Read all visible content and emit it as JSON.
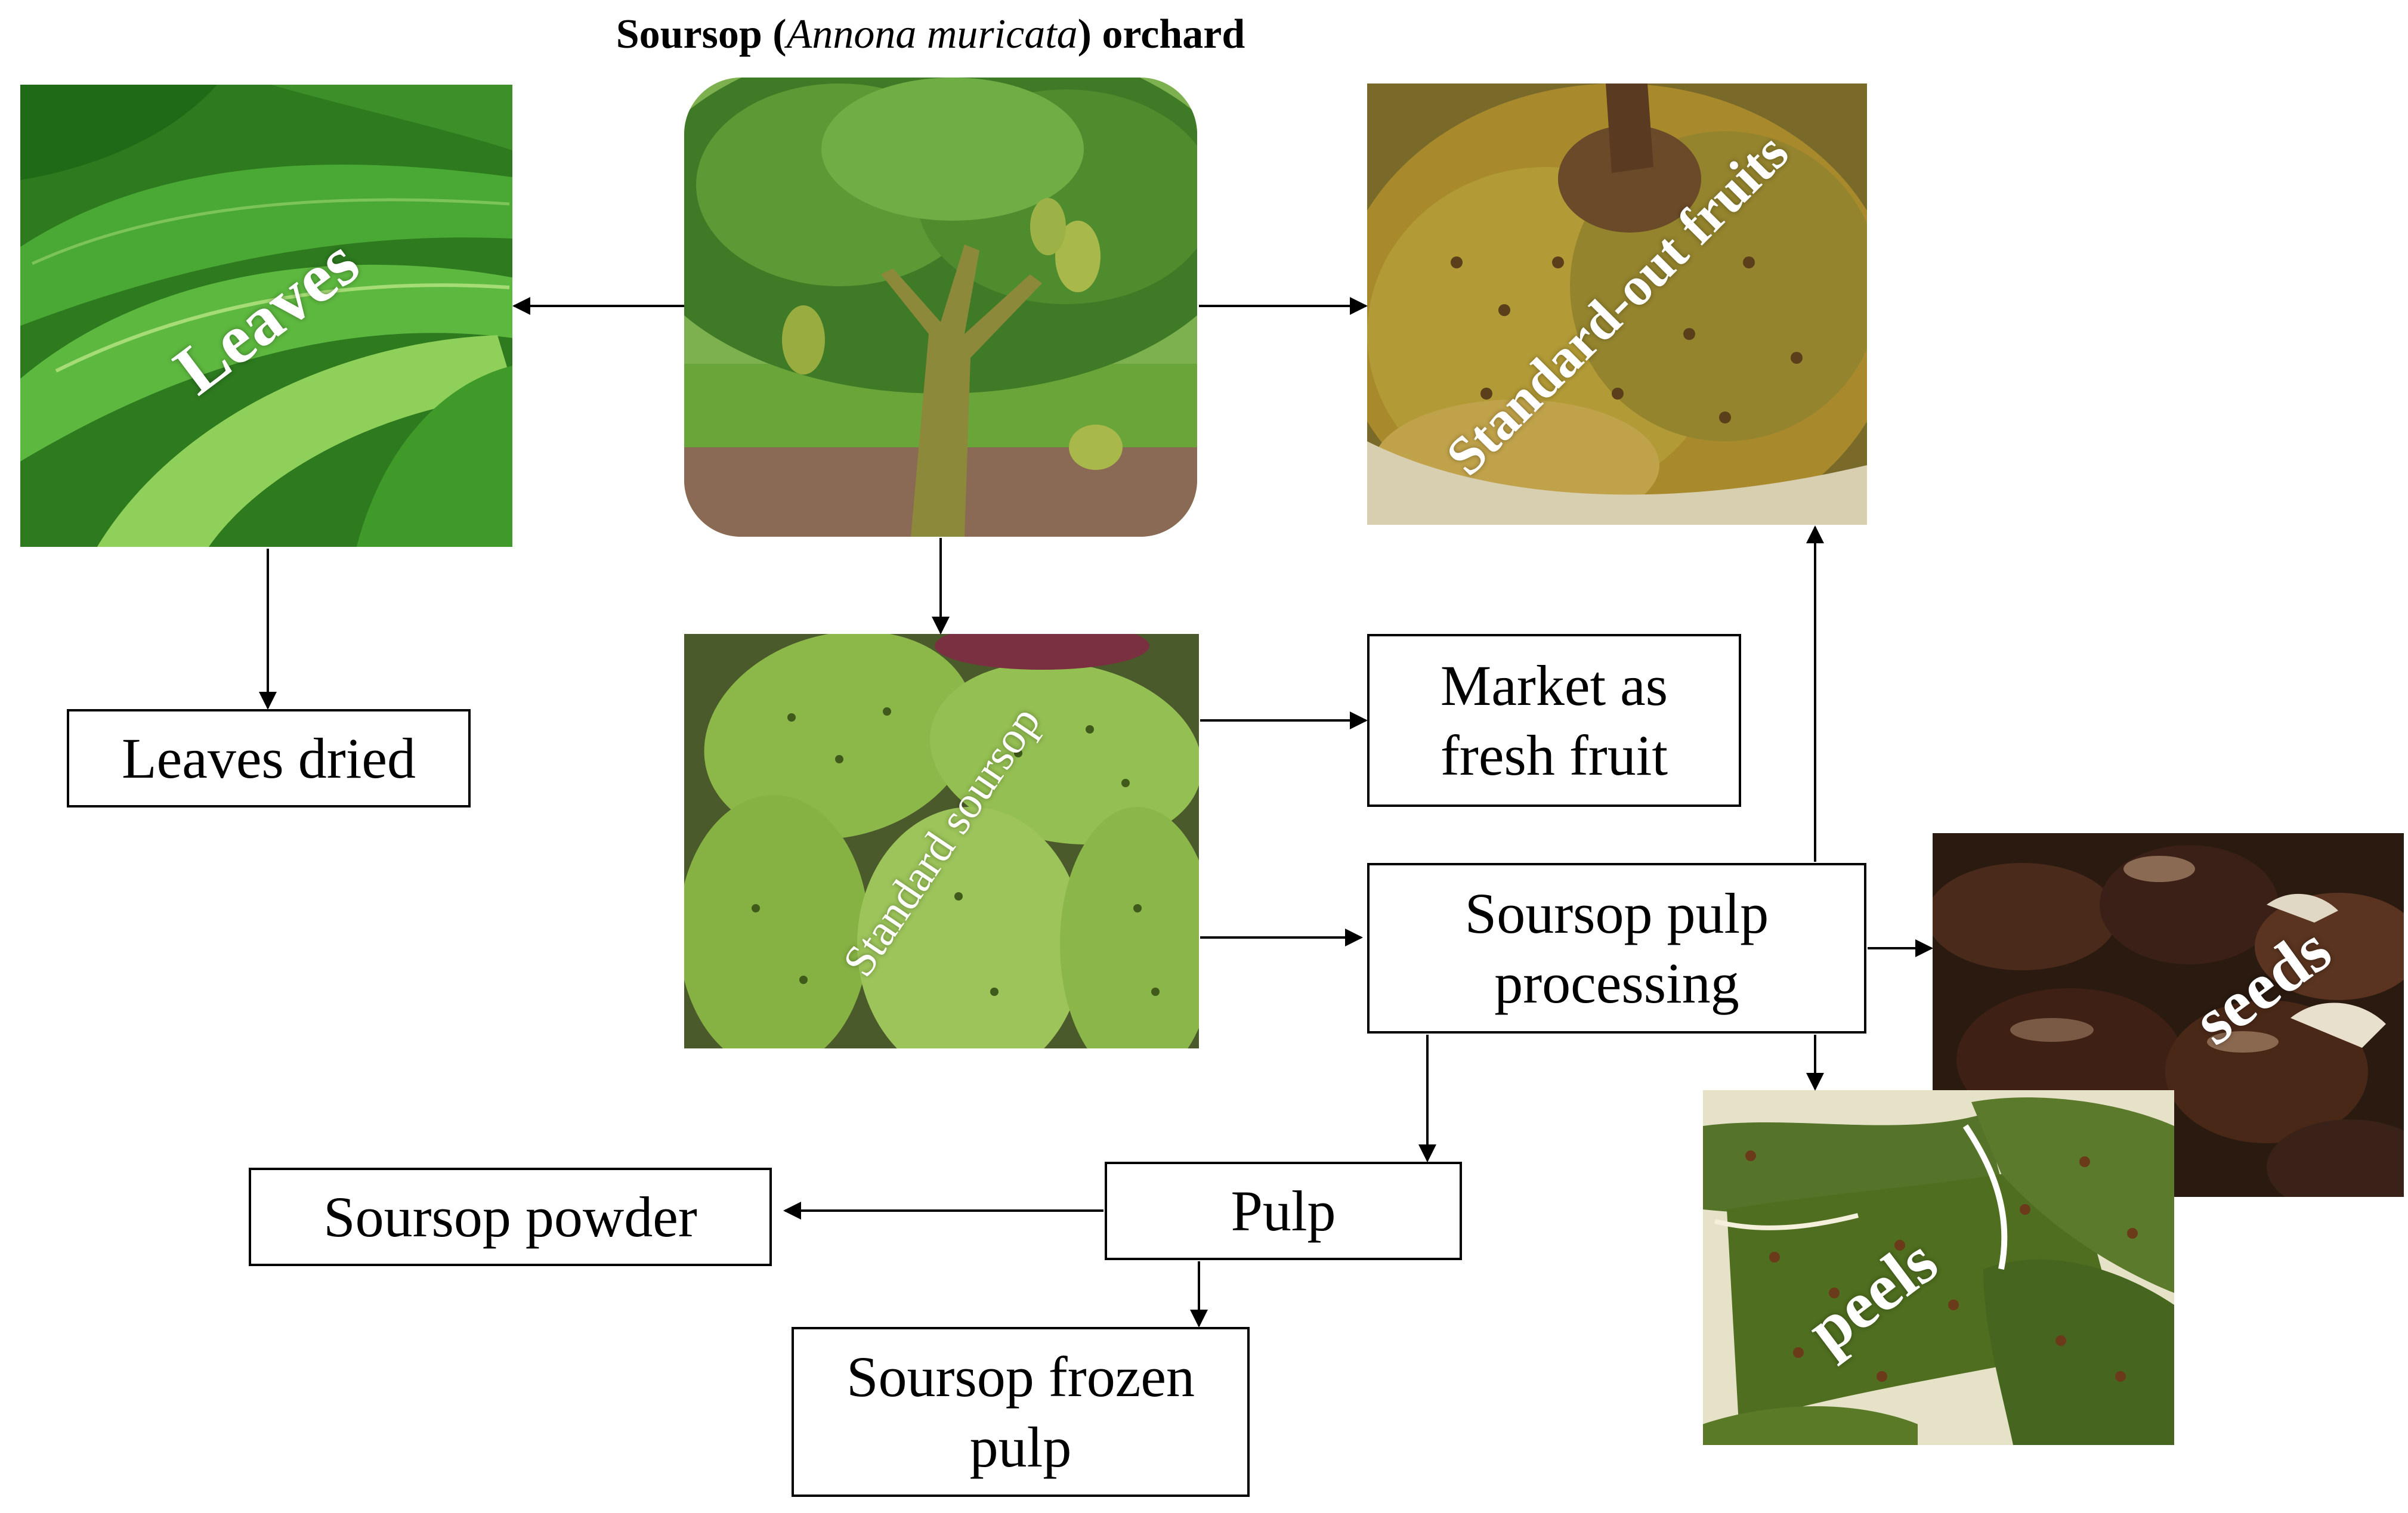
{
  "title": {
    "prefix": "Soursop (",
    "italic": "Annona muricata",
    "suffix": ") orchard"
  },
  "photos": {
    "leaves": {
      "label": "Leaves"
    },
    "orchard": {},
    "standard_out": {
      "label": "Standard-out fruits"
    },
    "standard": {
      "label": "Standard soursop"
    },
    "seeds": {
      "label": "seeds"
    },
    "peels": {
      "label": "peels"
    }
  },
  "boxes": {
    "leaves_dried": "Leaves dried",
    "market_line1": "Market as",
    "market_line2": "fresh fruit",
    "processing_line1": "Soursop pulp",
    "processing_line2": "processing",
    "pulp": "Pulp",
    "powder": "Soursop powder",
    "frozen_line1": "Soursop frozen",
    "frozen_line2": "pulp"
  },
  "colors": {
    "leaf_green": "#3e9a2c",
    "fruit_green": "#8cb84a",
    "brown_fruit": "#a88a2c",
    "seed_dark": "#3a1e12",
    "peel_green": "#4f6e1f"
  }
}
